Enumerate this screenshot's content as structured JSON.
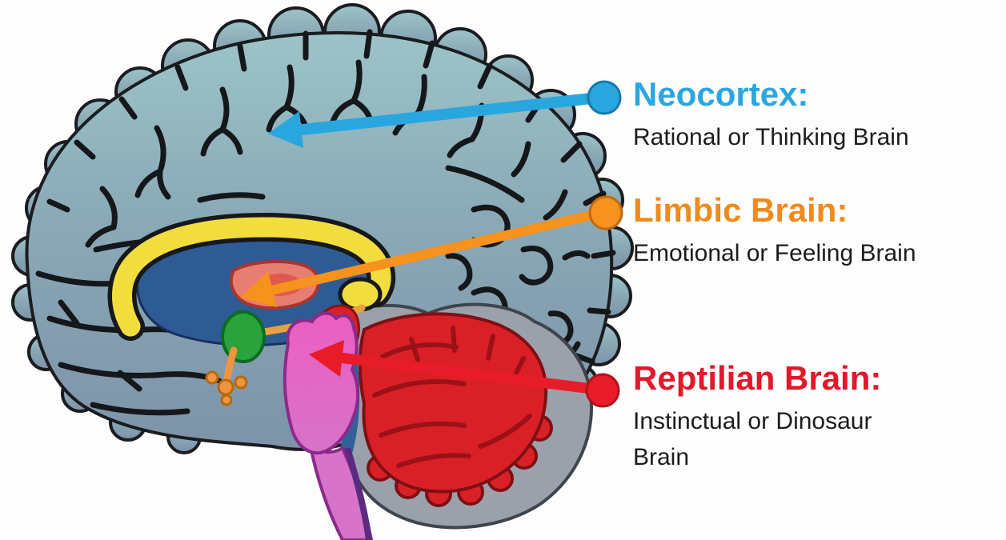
{
  "diagram": {
    "subject": "Triune brain model, sagittal brain illustration with three callouts"
  },
  "labels": [
    {
      "id": "neocortex",
      "title": "Neocortex:",
      "description": "Rational or Thinking Brain",
      "accent_color": "#2aa7e0"
    },
    {
      "id": "limbic",
      "title": "Limbic Brain:",
      "description": "Emotional or Feeling Brain",
      "accent_color": "#ee8b1d"
    },
    {
      "id": "reptilian",
      "title": "Reptilian Brain:",
      "description": "Instinctual or Dinosaur Brain",
      "accent_color": "#e2182b"
    }
  ],
  "colors": {
    "background": "#ffffff",
    "cortex_top": "#9cc4c8",
    "cortex_bottom": "#7d93a9",
    "corpus_callosum_yellow": "#f2dd3f",
    "inner_blue": "#2e5b94",
    "thalamus_salmon": "#e87d72",
    "hypothalamus_green": "#2aa33c",
    "pituitary_orange": "#ef9540",
    "brainstem_pink": "#ec5ec2",
    "cerebellum_red": "#da2027",
    "cerebellum_surround_gray": "#9aa1ab",
    "body_text": "#1c1c1e"
  }
}
